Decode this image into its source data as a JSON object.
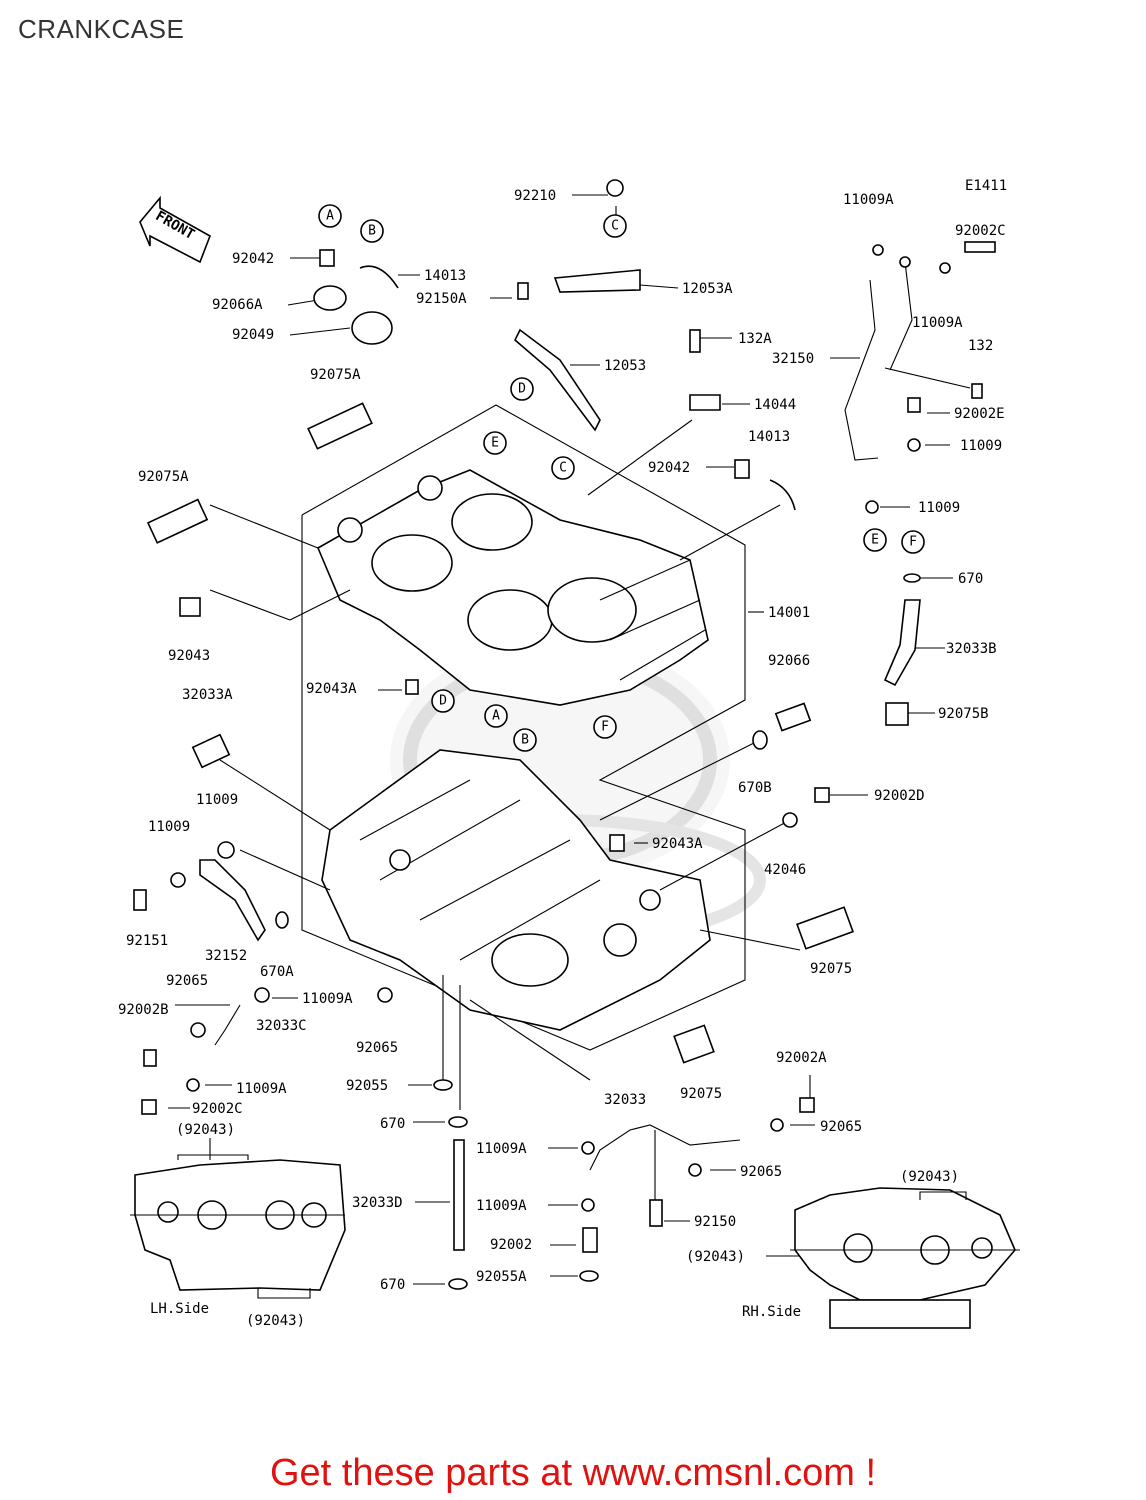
{
  "page": {
    "title": "CRANKCASE"
  },
  "diagram": {
    "diagram_code": "E1411",
    "front_label": "FRONT",
    "part_labels": [
      {
        "id": "p1",
        "text": "92210"
      },
      {
        "id": "p2",
        "text": "12053A"
      },
      {
        "id": "p3",
        "text": "92042"
      },
      {
        "id": "p4",
        "text": "14013"
      },
      {
        "id": "p5",
        "text": "92150A"
      },
      {
        "id": "p6",
        "text": "92066A"
      },
      {
        "id": "p7",
        "text": "92049"
      },
      {
        "id": "p8",
        "text": "12053"
      },
      {
        "id": "p9",
        "text": "132A"
      },
      {
        "id": "p10",
        "text": "92075A"
      },
      {
        "id": "p11",
        "text": "14044"
      },
      {
        "id": "p12",
        "text": "14013"
      },
      {
        "id": "p13",
        "text": "92042"
      },
      {
        "id": "p14",
        "text": "92075A"
      },
      {
        "id": "p15",
        "text": "11009A"
      },
      {
        "id": "p16",
        "text": "92002C"
      },
      {
        "id": "p17",
        "text": "11009A"
      },
      {
        "id": "p18",
        "text": "32150"
      },
      {
        "id": "p19",
        "text": "132"
      },
      {
        "id": "p20",
        "text": "92002E"
      },
      {
        "id": "p21",
        "text": "11009"
      },
      {
        "id": "p22",
        "text": "11009"
      },
      {
        "id": "p23",
        "text": "670"
      },
      {
        "id": "p24",
        "text": "14001"
      },
      {
        "id": "p25",
        "text": "32033B"
      },
      {
        "id": "p26",
        "text": "92066"
      },
      {
        "id": "p27",
        "text": "92075B"
      },
      {
        "id": "p28",
        "text": "92043"
      },
      {
        "id": "p29",
        "text": "32033A"
      },
      {
        "id": "p30",
        "text": "92043A"
      },
      {
        "id": "p31",
        "text": "670B"
      },
      {
        "id": "p32",
        "text": "92002D"
      },
      {
        "id": "p33",
        "text": "11009"
      },
      {
        "id": "p34",
        "text": "11009"
      },
      {
        "id": "p35",
        "text": "92043A"
      },
      {
        "id": "p36",
        "text": "42046"
      },
      {
        "id": "p37",
        "text": "92151"
      },
      {
        "id": "p38",
        "text": "32152"
      },
      {
        "id": "p39",
        "text": "670A"
      },
      {
        "id": "p40",
        "text": "92075"
      },
      {
        "id": "p41",
        "text": "92065"
      },
      {
        "id": "p42",
        "text": "92002B"
      },
      {
        "id": "p43",
        "text": "11009A"
      },
      {
        "id": "p44",
        "text": "32033C"
      },
      {
        "id": "p45",
        "text": "92065"
      },
      {
        "id": "p46",
        "text": "11009A"
      },
      {
        "id": "p47",
        "text": "92055"
      },
      {
        "id": "p48",
        "text": "92075"
      },
      {
        "id": "p49",
        "text": "92002A"
      },
      {
        "id": "p50",
        "text": "92002C"
      },
      {
        "id": "p51",
        "text": "670"
      },
      {
        "id": "p52",
        "text": "32033"
      },
      {
        "id": "p53",
        "text": "92065"
      },
      {
        "id": "p54",
        "text": "(92043)"
      },
      {
        "id": "p55",
        "text": "11009A"
      },
      {
        "id": "p56",
        "text": "92065"
      },
      {
        "id": "p57",
        "text": "(92043)"
      },
      {
        "id": "p58",
        "text": "32033D"
      },
      {
        "id": "p59",
        "text": "11009A"
      },
      {
        "id": "p60",
        "text": "92150"
      },
      {
        "id": "p61",
        "text": "92002"
      },
      {
        "id": "p62",
        "text": "(92043)"
      },
      {
        "id": "p63",
        "text": "670"
      },
      {
        "id": "p64",
        "text": "92055A"
      },
      {
        "id": "p65",
        "text": "LH.Side"
      },
      {
        "id": "p66",
        "text": "RH.Side"
      },
      {
        "id": "p67",
        "text": "(92043)"
      }
    ],
    "callout_letters": [
      {
        "id": "cA1",
        "text": "A"
      },
      {
        "id": "cB1",
        "text": "B"
      },
      {
        "id": "cC1",
        "text": "C"
      },
      {
        "id": "cD1",
        "text": "D"
      },
      {
        "id": "cE1",
        "text": "E"
      },
      {
        "id": "cC2",
        "text": "C"
      },
      {
        "id": "cE2",
        "text": "E"
      },
      {
        "id": "cF1",
        "text": "F"
      },
      {
        "id": "cA2",
        "text": "A"
      },
      {
        "id": "cB2",
        "text": "B"
      },
      {
        "id": "cF2",
        "text": "F"
      },
      {
        "id": "cD2",
        "text": "D"
      }
    ]
  },
  "footer": {
    "text": "Get these parts at www.cmsnl.com !"
  }
}
